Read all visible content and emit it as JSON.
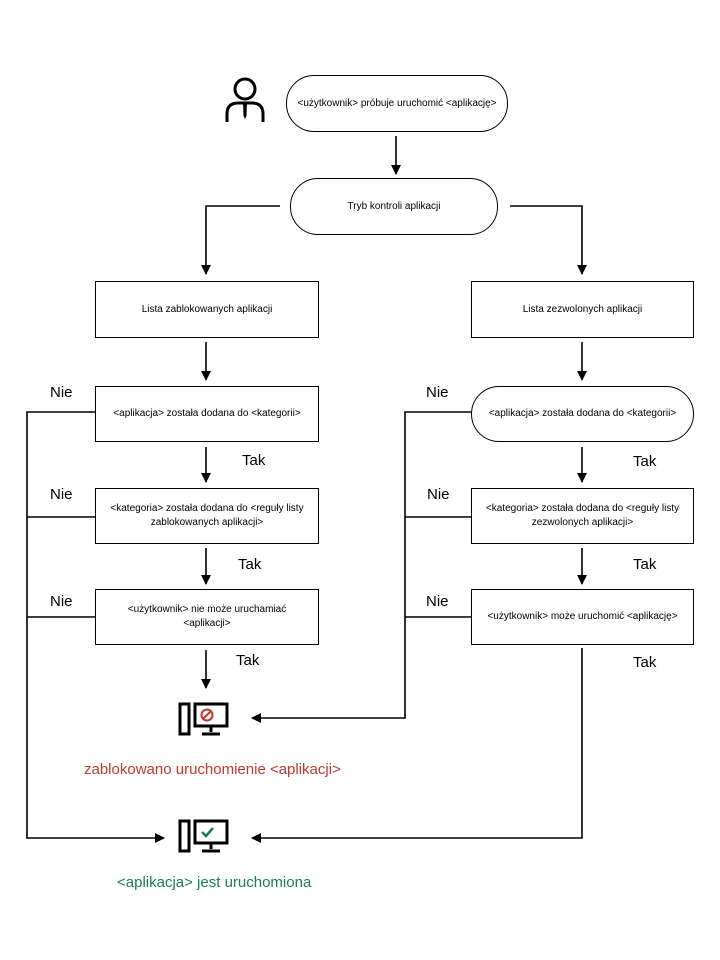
{
  "nodes": {
    "start": "<użytkownik> próbuje uruchomić <aplikację>",
    "mode": "Tryb kontroli aplikacji",
    "left": {
      "list": "Lista zablokowanych aplikacji",
      "in_category": "<aplikacja>  została dodana do <kategorii>",
      "in_rule": "<kategoria> została dodana do <reguły listy zablokowanych aplikacji>",
      "user": "<użytkownik> nie może uruchamiać <aplikacji>"
    },
    "right": {
      "list": "Lista zezwolonych aplikacji",
      "in_category": "<aplikacja>  została dodana do <kategorii>",
      "in_rule": "<kategoria> została dodana do <reguły listy zezwolonych aplikacji>",
      "user": "<użytkownik> może uruchomić <aplikację>"
    }
  },
  "labels": {
    "no": "Nie",
    "yes": "Tak"
  },
  "outcomes": {
    "blocked": "zablokowano uruchomienie <aplikacji>",
    "allowed": "<aplikacja> jest uruchomiona"
  },
  "colors": {
    "blocked": "#c0392b",
    "allowed": "#1a7a5e",
    "line": "#000000"
  },
  "icons": {
    "user": "person-icon",
    "blocked": "computer-blocked-icon",
    "allowed": "computer-allowed-icon"
  }
}
